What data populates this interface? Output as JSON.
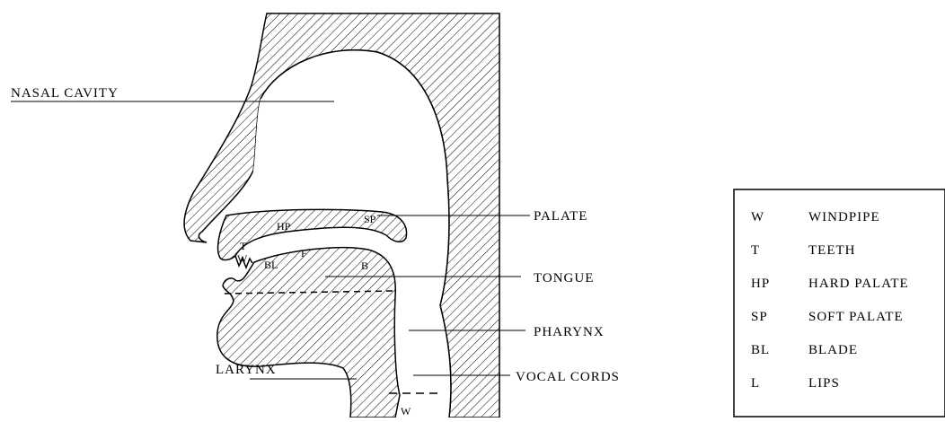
{
  "labels": {
    "nasal_cavity": "NASAL CAVITY",
    "palate": "PALATE",
    "tongue": "TONGUE",
    "pharynx": "PHARYNX",
    "larynx": "LARYNX",
    "vocal_cords": "VOCAL CORDS"
  },
  "inner_labels": {
    "hp": "HP",
    "sp": "SP",
    "t": "T",
    "w_teeth": "W",
    "bl": "BL",
    "f": "F",
    "b": "B",
    "w_bottom": "W"
  },
  "legend": [
    {
      "code": "W",
      "meaning": "WINDPIPE"
    },
    {
      "code": "T",
      "meaning": "TEETH"
    },
    {
      "code": "HP",
      "meaning": "HARD PALATE"
    },
    {
      "code": "SP",
      "meaning": "SOFT PALATE"
    },
    {
      "code": "BL",
      "meaning": "BLADE"
    },
    {
      "code": "L",
      "meaning": "LIPS"
    }
  ]
}
